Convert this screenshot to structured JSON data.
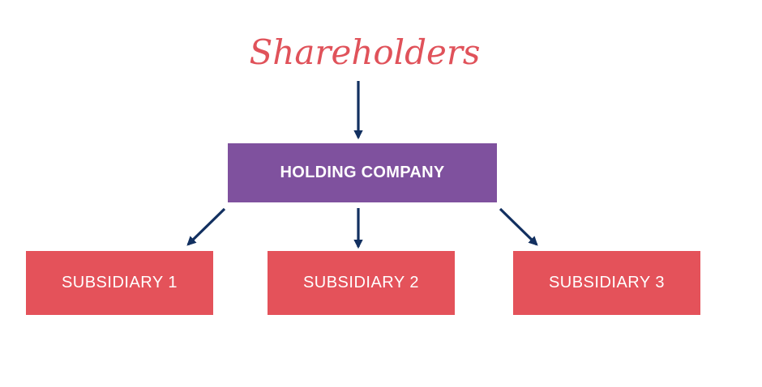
{
  "diagram": {
    "title": "Shareholders",
    "holding": {
      "label": "HOLDING COMPANY"
    },
    "subsidiaries": [
      {
        "label": "SUBSIDIARY 1"
      },
      {
        "label": "SUBSIDIARY 2"
      },
      {
        "label": "SUBSIDIARY 3"
      }
    ]
  },
  "colors": {
    "title": "#e0525a",
    "holding": "#7f519e",
    "subsidiary": "#e4525a",
    "arrow": "#123060"
  }
}
